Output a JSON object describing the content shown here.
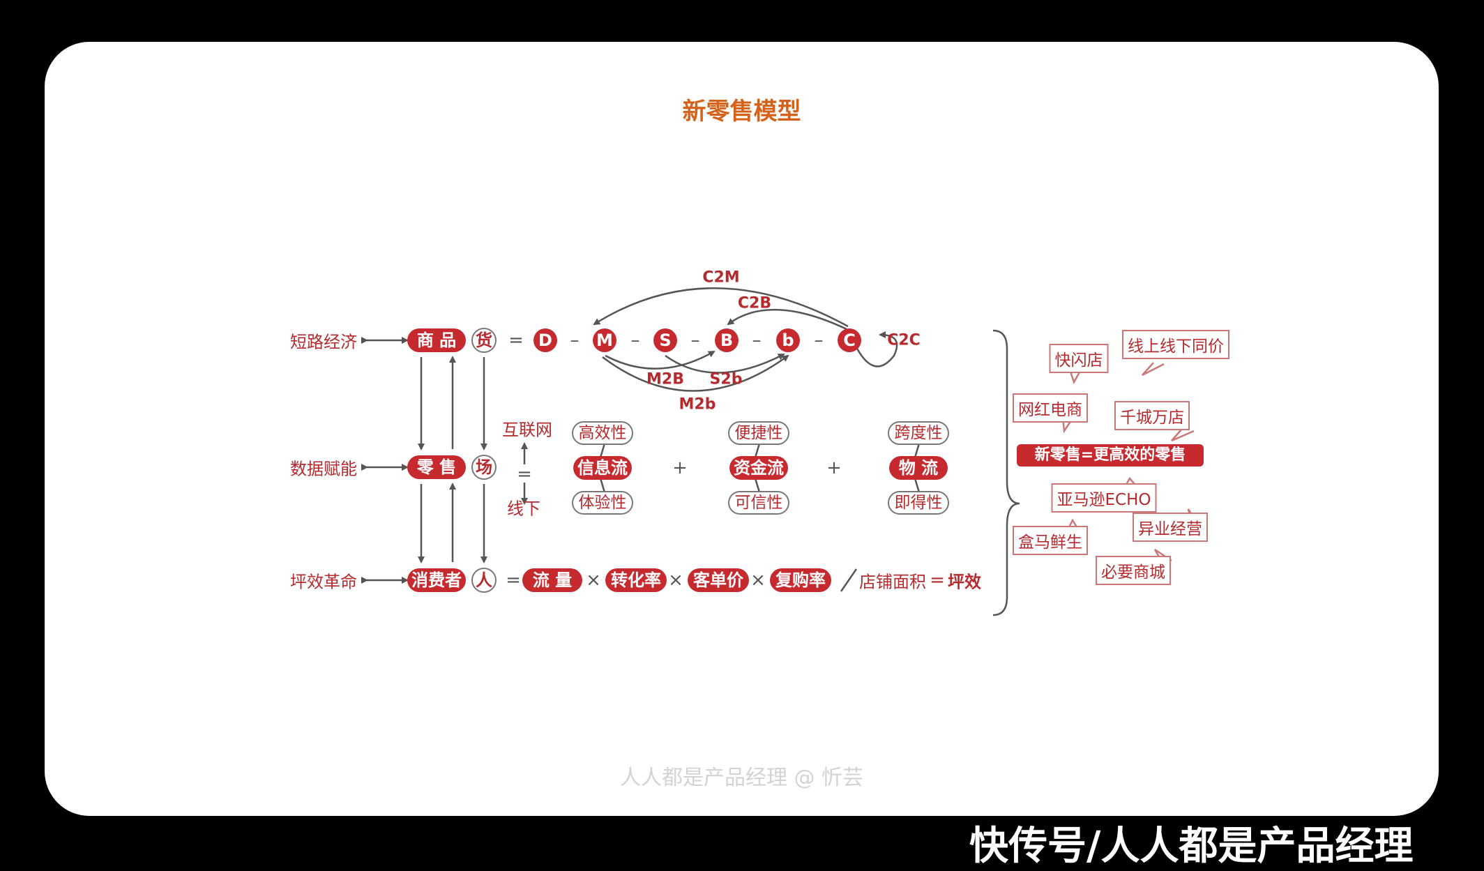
{
  "title": "新零售模型",
  "rows": {
    "row1": {
      "left_label": "短路经济",
      "pill": "商 品",
      "circle": "货"
    },
    "row2": {
      "left_label": "数据赋能",
      "pill": "零 售",
      "circle": "场"
    },
    "row3": {
      "left_label": "坪效革命",
      "pill": "消费者",
      "circle": "人"
    }
  },
  "chain": {
    "eq": "=",
    "nodes": [
      "D",
      "M",
      "S",
      "B",
      "b",
      "C"
    ],
    "dash": "–",
    "flows": {
      "c2m": "C2M",
      "c2b": "C2B",
      "c2c": "C2C",
      "m2b_big": "M2B",
      "s2b": "S2b",
      "m2b_small": "M2b"
    }
  },
  "channel": {
    "top": "互联网",
    "eq": "=",
    "bottom": "线下"
  },
  "flows3": [
    {
      "top": "高效性",
      "main": "信息流",
      "bottom": "体验性"
    },
    {
      "top": "便捷性",
      "main": "资金流",
      "bottom": "可信性"
    },
    {
      "top": "跨度性",
      "main": "物 流",
      "bottom": "即得性"
    }
  ],
  "plus": "+",
  "formula": {
    "eq": "=",
    "terms": [
      "流 量",
      "转化率",
      "客单价",
      "复购率"
    ],
    "times": "×",
    "divisor": "店铺面积",
    "eq2": "=",
    "result": "坪效"
  },
  "right": {
    "center": "新零售=更高效的零售",
    "bubbles": [
      "快闪店",
      "线上线下同价",
      "网红电商",
      "千城万店",
      "亚马逊ECHO",
      "异业经营",
      "盒马鲜生",
      "必要商城"
    ]
  },
  "watermark": "人人都是产品经理 @ 忻芸",
  "footer": "快传号/人人都是产品经理"
}
